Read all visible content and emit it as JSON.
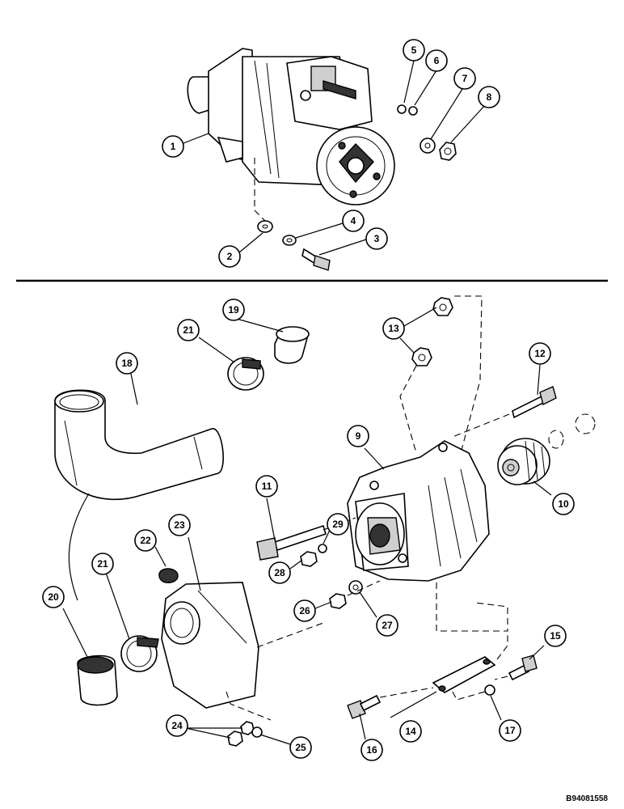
{
  "diagram": {
    "reference_code": "B94081558",
    "callouts": [
      {
        "id": "c1",
        "label": "1"
      },
      {
        "id": "c2",
        "label": "2"
      },
      {
        "id": "c3",
        "label": "3"
      },
      {
        "id": "c4",
        "label": "4"
      },
      {
        "id": "c5",
        "label": "5"
      },
      {
        "id": "c6",
        "label": "6"
      },
      {
        "id": "c7",
        "label": "7"
      },
      {
        "id": "c8",
        "label": "8"
      },
      {
        "id": "c9",
        "label": "9"
      },
      {
        "id": "c10",
        "label": "10"
      },
      {
        "id": "c11",
        "label": "11"
      },
      {
        "id": "c12",
        "label": "12"
      },
      {
        "id": "c13",
        "label": "13"
      },
      {
        "id": "c14",
        "label": "14"
      },
      {
        "id": "c15",
        "label": "15"
      },
      {
        "id": "c16",
        "label": "16"
      },
      {
        "id": "c17",
        "label": "17"
      },
      {
        "id": "c18",
        "label": "18"
      },
      {
        "id": "c19",
        "label": "19"
      },
      {
        "id": "c20",
        "label": "20"
      },
      {
        "id": "c21a",
        "label": "21"
      },
      {
        "id": "c21b",
        "label": "21"
      },
      {
        "id": "c22",
        "label": "22"
      },
      {
        "id": "c23",
        "label": "23"
      },
      {
        "id": "c24",
        "label": "24"
      },
      {
        "id": "c25",
        "label": "25"
      },
      {
        "id": "c26",
        "label": "26"
      },
      {
        "id": "c27",
        "label": "27"
      },
      {
        "id": "c28",
        "label": "28"
      },
      {
        "id": "c29",
        "label": "29"
      }
    ]
  }
}
